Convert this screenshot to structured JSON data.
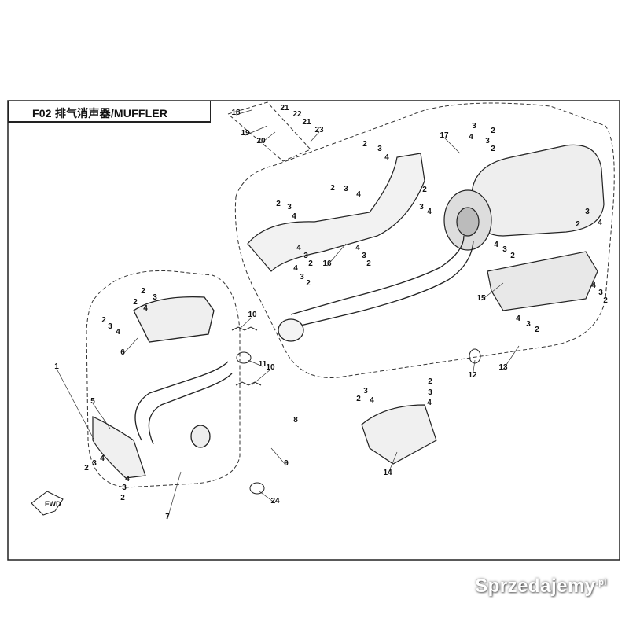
{
  "title": "F02 排气消声器/MUFFLER",
  "fwd_label": "FWD",
  "watermark": {
    "text": "Sprzedajemy",
    "suffix": ".pl"
  },
  "callouts": [
    {
      "id": "c18a",
      "label": "18"
    },
    {
      "id": "c21a",
      "label": "21"
    },
    {
      "id": "c22",
      "label": "22"
    },
    {
      "id": "c21b",
      "label": "21"
    },
    {
      "id": "c19",
      "label": "19"
    },
    {
      "id": "c20",
      "label": "20"
    },
    {
      "id": "c23",
      "label": "23"
    },
    {
      "id": "c2_a",
      "label": "2"
    },
    {
      "id": "c3_a",
      "label": "3"
    },
    {
      "id": "c4_a",
      "label": "4"
    },
    {
      "id": "c2_b",
      "label": "2"
    },
    {
      "id": "c3_b",
      "label": "3"
    },
    {
      "id": "c4_b",
      "label": "4"
    },
    {
      "id": "c2_c",
      "label": "2"
    },
    {
      "id": "c3_c",
      "label": "3"
    },
    {
      "id": "c4_c",
      "label": "4"
    },
    {
      "id": "c16",
      "label": "16"
    },
    {
      "id": "c4_d",
      "label": "4"
    },
    {
      "id": "c3_d",
      "label": "3"
    },
    {
      "id": "c2_d",
      "label": "2"
    },
    {
      "id": "c4_e",
      "label": "4"
    },
    {
      "id": "c3_e",
      "label": "3"
    },
    {
      "id": "c2_e",
      "label": "2"
    },
    {
      "id": "c4_f",
      "label": "4"
    },
    {
      "id": "c3_f",
      "label": "3"
    },
    {
      "id": "c2_f",
      "label": "2"
    },
    {
      "id": "c17",
      "label": "17"
    },
    {
      "id": "c3_g",
      "label": "3"
    },
    {
      "id": "c4_g",
      "label": "4"
    },
    {
      "id": "c2_g",
      "label": "2"
    },
    {
      "id": "c3_g2",
      "label": "3"
    },
    {
      "id": "c2_g2",
      "label": "2"
    },
    {
      "id": "c2_h",
      "label": "2"
    },
    {
      "id": "c3_h",
      "label": "3"
    },
    {
      "id": "c4_h",
      "label": "4"
    },
    {
      "id": "c4_i",
      "label": "4"
    },
    {
      "id": "c3_i",
      "label": "3"
    },
    {
      "id": "c2_i",
      "label": "2"
    },
    {
      "id": "c15",
      "label": "15"
    },
    {
      "id": "c4_j",
      "label": "4"
    },
    {
      "id": "c3_j",
      "label": "3"
    },
    {
      "id": "c2_j",
      "label": "2"
    },
    {
      "id": "c4_k",
      "label": "4"
    },
    {
      "id": "c3_k",
      "label": "3"
    },
    {
      "id": "c2_k",
      "label": "2"
    },
    {
      "id": "c13",
      "label": "13"
    },
    {
      "id": "c12",
      "label": "12"
    },
    {
      "id": "c2_l",
      "label": "2"
    },
    {
      "id": "c3_l",
      "label": "3"
    },
    {
      "id": "c4_l",
      "label": "4"
    },
    {
      "id": "c2_m",
      "label": "2"
    },
    {
      "id": "c3_m",
      "label": "3"
    },
    {
      "id": "c4_m",
      "label": "4"
    },
    {
      "id": "c14",
      "label": "14"
    },
    {
      "id": "c2_n",
      "label": "2"
    },
    {
      "id": "c3_n",
      "label": "3"
    },
    {
      "id": "c4_n",
      "label": "4"
    },
    {
      "id": "c2_o",
      "label": "2"
    },
    {
      "id": "c3_o",
      "label": "3"
    },
    {
      "id": "c4_o",
      "label": "4"
    },
    {
      "id": "c6",
      "label": "6"
    },
    {
      "id": "c2_p",
      "label": "2"
    },
    {
      "id": "c4_p",
      "label": "4"
    },
    {
      "id": "c3_p",
      "label": "3"
    },
    {
      "id": "c2_p2",
      "label": "2"
    },
    {
      "id": "c10a",
      "label": "10"
    },
    {
      "id": "c11",
      "label": "11"
    },
    {
      "id": "c10b",
      "label": "10"
    },
    {
      "id": "c1",
      "label": "1"
    },
    {
      "id": "c5",
      "label": "5"
    },
    {
      "id": "c8",
      "label": "8"
    },
    {
      "id": "c9",
      "label": "9"
    },
    {
      "id": "c2_q",
      "label": "2"
    },
    {
      "id": "c3_q",
      "label": "3"
    },
    {
      "id": "c4_q",
      "label": "4"
    },
    {
      "id": "c4_r",
      "label": "4"
    },
    {
      "id": "c3_r",
      "label": "3"
    },
    {
      "id": "c2_r",
      "label": "2"
    },
    {
      "id": "c7",
      "label": "7"
    },
    {
      "id": "c24",
      "label": "24"
    }
  ]
}
